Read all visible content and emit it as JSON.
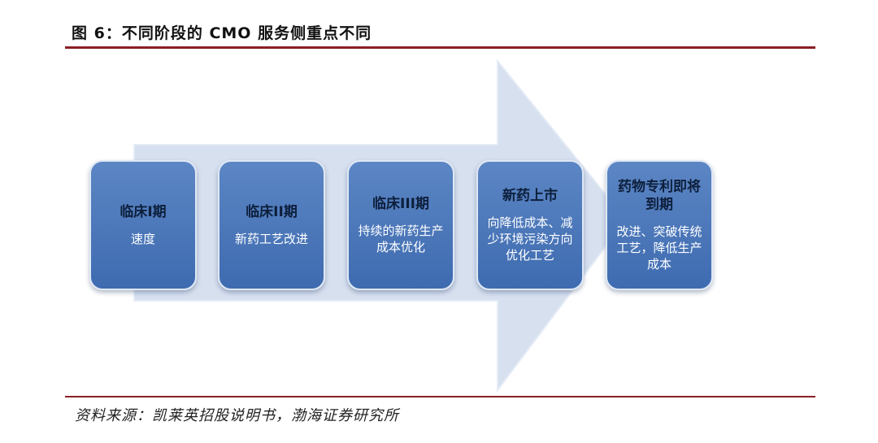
{
  "figure": {
    "title": "图 6：不同阶段的 CMO 服务侧重点不同",
    "source": "资料来源：凯莱英招股说明书，渤海证券研究所"
  },
  "stages": [
    {
      "head": "临床I期",
      "desc": "速度"
    },
    {
      "head": "临床II期",
      "desc": "新药工艺改进"
    },
    {
      "head": "临床III期",
      "desc": "持续的新药生产成本优化"
    },
    {
      "head": "新药上市",
      "desc": "向降低成本、减少环境污染方向优化工艺"
    },
    {
      "head": "药物专利即将到期",
      "desc": "改进、突破传统工艺，降低生产成本"
    }
  ],
  "colors": {
    "arrow": "#d6e0ef",
    "box": "#4a76b8",
    "rule": "#8b1f24"
  }
}
